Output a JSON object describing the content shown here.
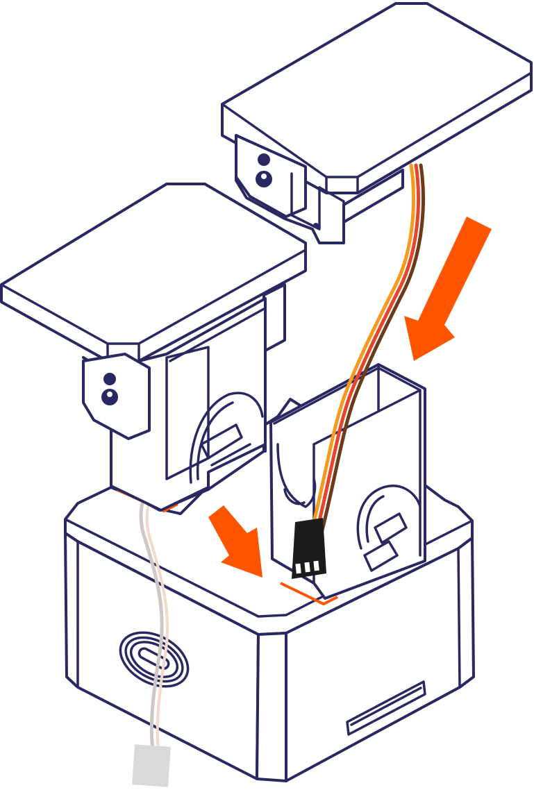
{
  "diagram": {
    "colors": {
      "outline": "#2a2860",
      "arrow": "#ff5500",
      "cable_orange": "#f59a1c",
      "cable_red": "#e8442c",
      "cable_brown": "#6b3b1a",
      "ghost_cable": "#cfc7c3",
      "ghost_plug": "#d9d9d9",
      "connector": "#1c1c1c"
    },
    "parts": [
      "base-box",
      "servo-bracket-left",
      "servo-bracket-right",
      "servo-holder-sleeve",
      "servo-cable",
      "servo-connector",
      "ghost-cable",
      "arrow-down-large",
      "arrow-down-small"
    ]
  }
}
